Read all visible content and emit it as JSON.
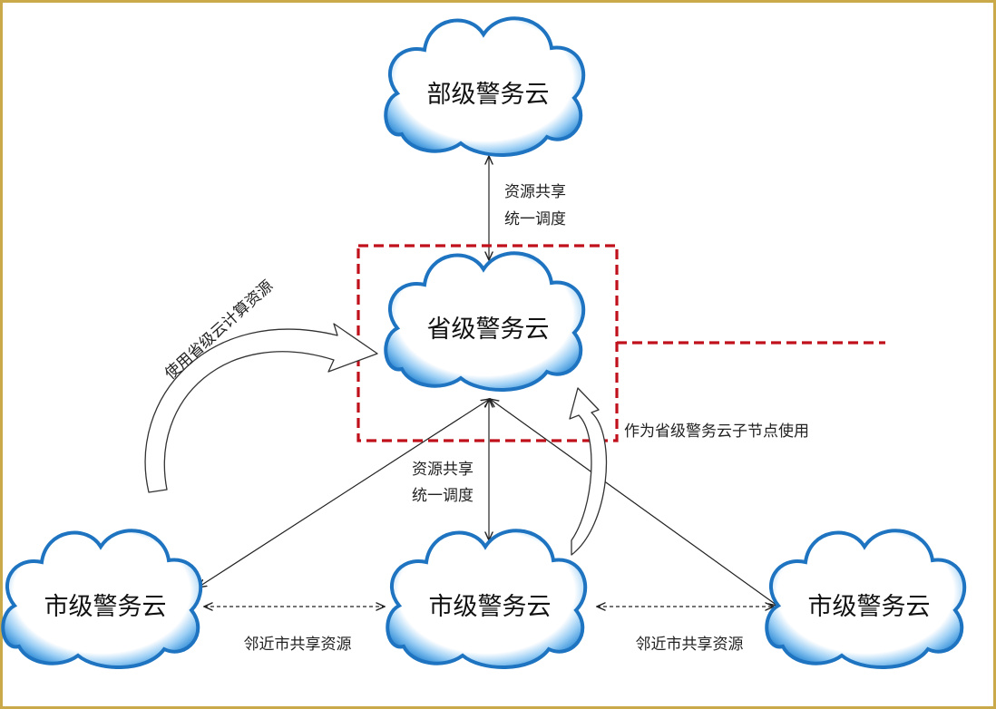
{
  "nodes": {
    "ministry": {
      "label": "部级警务云"
    },
    "province": {
      "label": "省级警务云"
    },
    "city_left": {
      "label": "市级警务云"
    },
    "city_center": {
      "label": "市级警务云"
    },
    "city_right": {
      "label": "市级警务云"
    }
  },
  "edges": {
    "ministry_province": {
      "line1": "资源共享",
      "line2": "统一调度"
    },
    "province_city": {
      "line1": "资源共享",
      "line2": "统一调度"
    },
    "neighbor_left": {
      "label": "邻近市共享资源"
    },
    "neighbor_right": {
      "label": "邻近市共享资源"
    }
  },
  "annotations": {
    "use_compute": "使用省级云计算资源",
    "sub_node": "作为省级警务云子节点使用"
  },
  "colors": {
    "cloud_outer": "#1e74c0",
    "cloud_mid": "#4fa0e0",
    "cloud_light": "#9ccff5",
    "highlight_box": "#c0101c",
    "frame": "#c9a94a"
  }
}
